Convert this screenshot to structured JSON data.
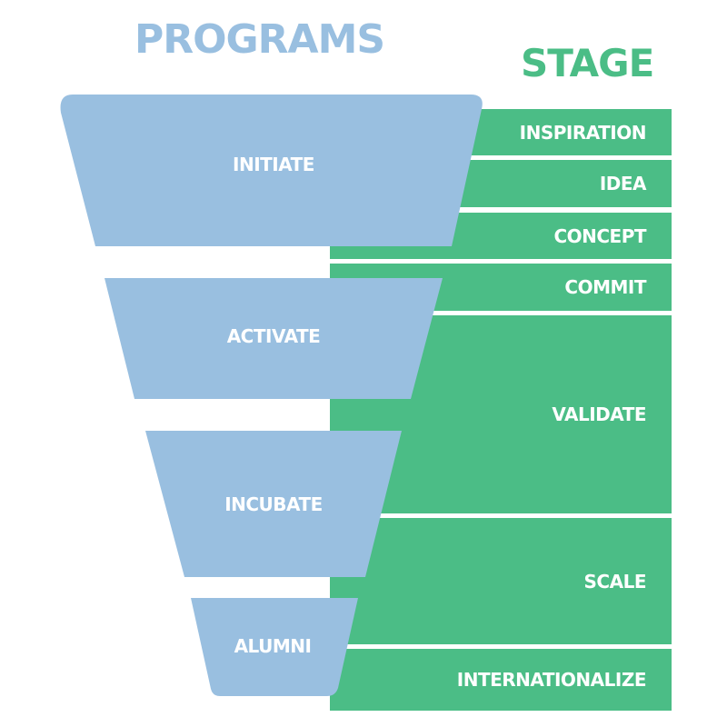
{
  "headings": {
    "programs": "PROGRAMS",
    "stage": "STAGE"
  },
  "colors": {
    "programs_blue": "#99bfe0",
    "stage_green": "#4bbd86",
    "label_white": "#ffffff"
  },
  "programs": [
    {
      "label": "INITIATE"
    },
    {
      "label": "ACTIVATE"
    },
    {
      "label": "INCUBATE"
    },
    {
      "label": "ALUMNI"
    }
  ],
  "stages": [
    {
      "label": "INSPIRATION"
    },
    {
      "label": "IDEA"
    },
    {
      "label": "CONCEPT"
    },
    {
      "label": "COMMIT"
    },
    {
      "label": "VALIDATE"
    },
    {
      "label": "SCALE"
    },
    {
      "label": "INTERNATIONALIZE"
    }
  ]
}
